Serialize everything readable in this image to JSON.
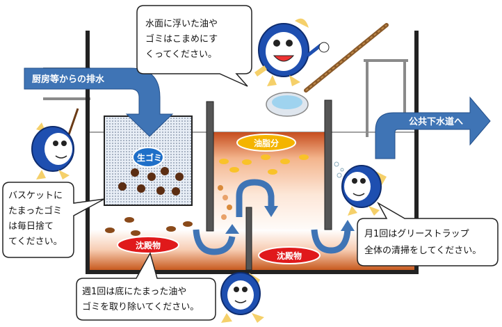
{
  "labels": {
    "inflow": "厨房等からの排水",
    "outflow": "公共下水道へ",
    "food_waste": "生ゴミ",
    "grease": "油脂分",
    "sediment_left": "沈殿物",
    "sediment_right": "沈殿物"
  },
  "bubbles": {
    "top": [
      "水面に浮いた油や",
      "ゴミはこまめにす",
      "くってください。"
    ],
    "left": [
      "バスケットに",
      "たまったゴミ",
      "は毎日捨て",
      "てください。"
    ],
    "bottom": [
      "週1回は底にたまった油や",
      "ゴミを取り除いてください。"
    ],
    "right": [
      "月1回はグリーストラップ",
      "全体の清掃をしてください。"
    ]
  },
  "colors": {
    "arrow_blue": "#3f74b5",
    "sediment_red": "#e0191b",
    "grease_yellow": "#f4b400",
    "food_waste_blue": "#1f6fc8",
    "tank_wall": "#222222",
    "mascot_blue": "#1e4fb0"
  }
}
